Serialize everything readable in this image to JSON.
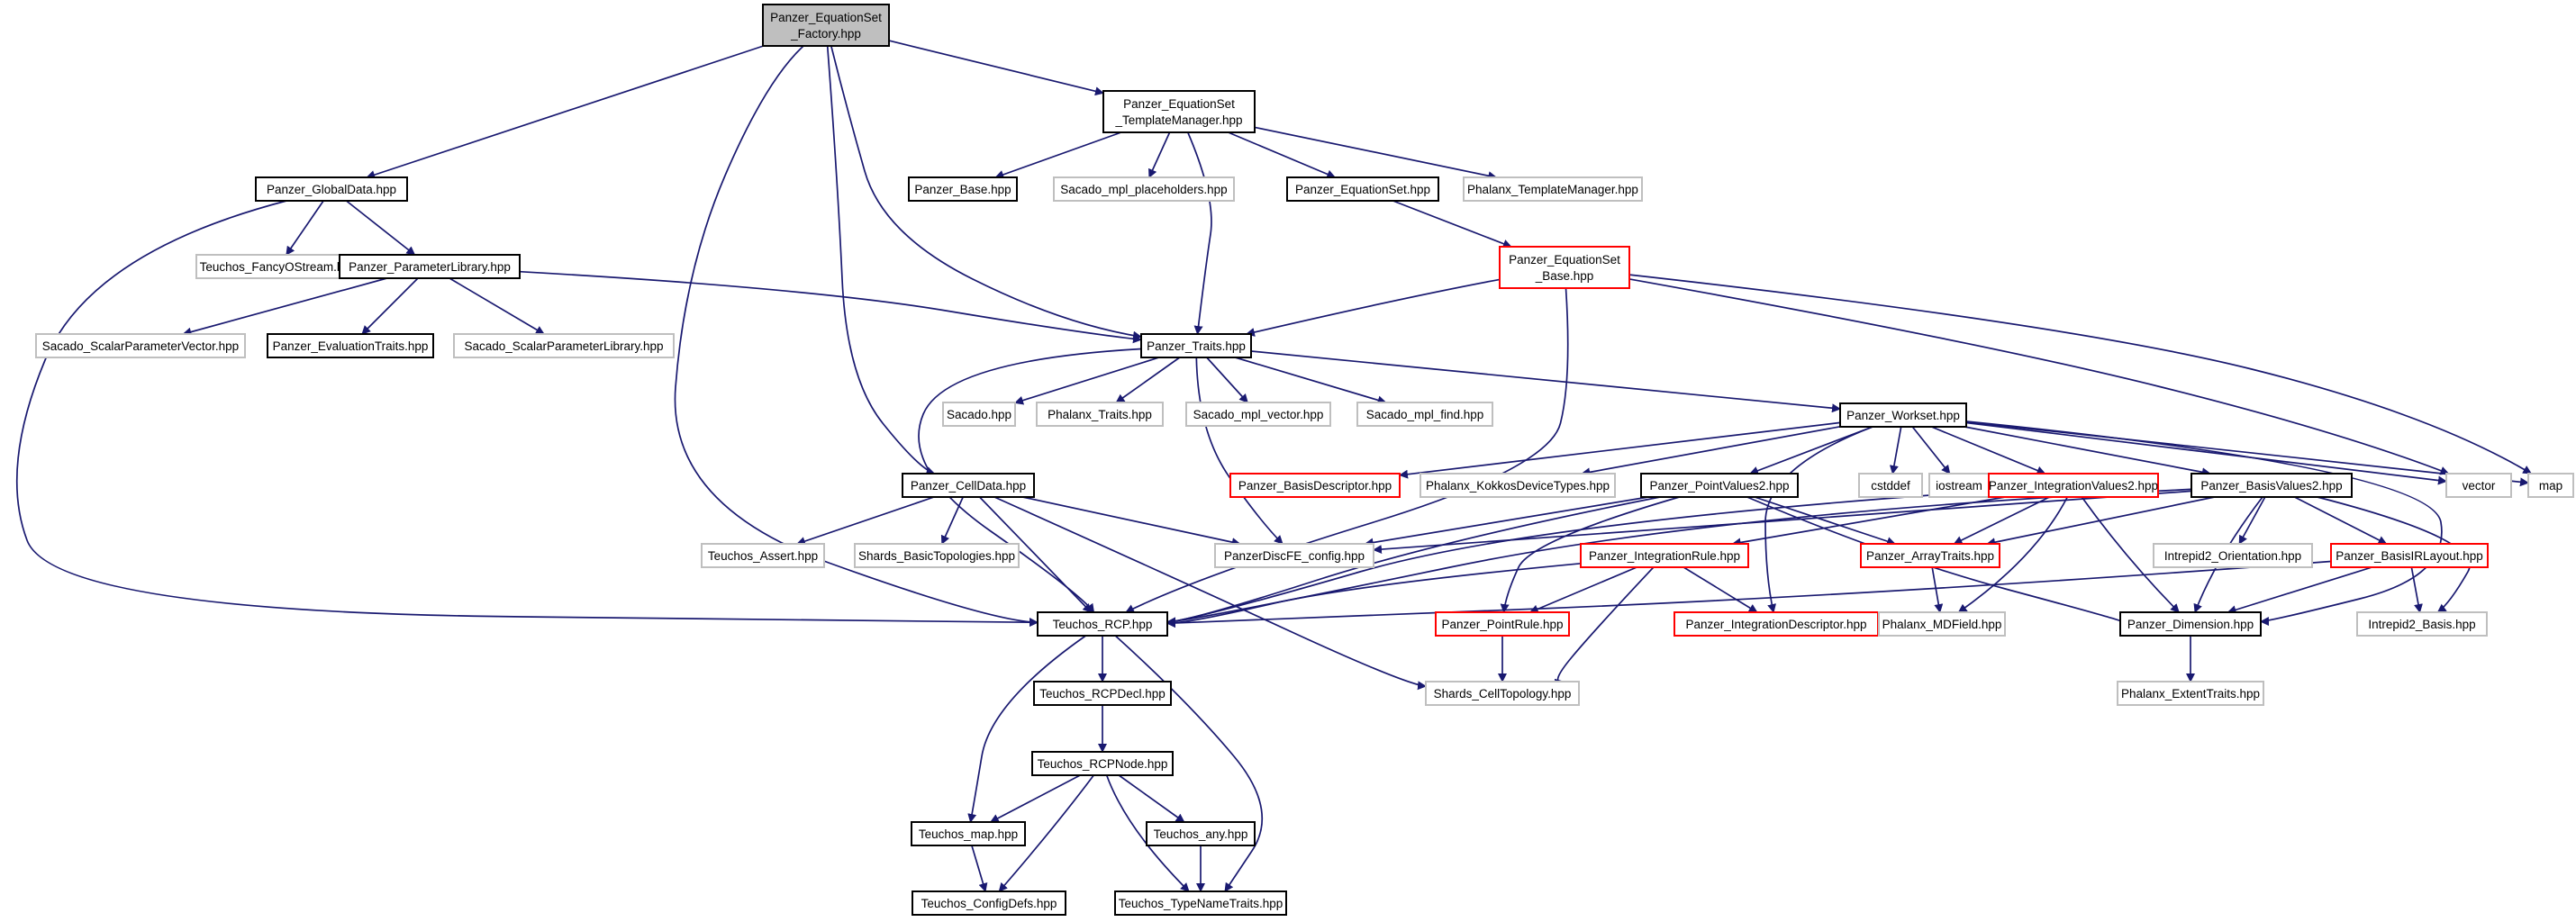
{
  "colors": {
    "edge": "#191970",
    "root_fill": "#bfbfbf",
    "documented_border": "#000000",
    "red_border": "#ff0000",
    "external_border": "#bfbfbf",
    "external_text": "#000000"
  },
  "nodes": [
    {
      "id": "factory",
      "lines": [
        "Panzer_EquationSet",
        "_Factory.hpp"
      ],
      "kind": "root"
    },
    {
      "id": "tmplmgr",
      "lines": [
        "Panzer_EquationSet",
        "_TemplateManager.hpp"
      ],
      "kind": "black"
    },
    {
      "id": "globaldata",
      "lines": [
        "Panzer_GlobalData.hpp"
      ],
      "kind": "black"
    },
    {
      "id": "base",
      "lines": [
        "Panzer_Base.hpp"
      ],
      "kind": "black"
    },
    {
      "id": "mplph",
      "lines": [
        "Sacado_mpl_placeholders.hpp"
      ],
      "kind": "gray"
    },
    {
      "id": "eqset",
      "lines": [
        "Panzer_EquationSet.hpp"
      ],
      "kind": "black"
    },
    {
      "id": "phxtm",
      "lines": [
        "Phalanx_TemplateManager.hpp"
      ],
      "kind": "gray"
    },
    {
      "id": "fancy",
      "lines": [
        "Teuchos_FancyOStream.hpp"
      ],
      "kind": "gray"
    },
    {
      "id": "paramlib",
      "lines": [
        "Panzer_ParameterLibrary.hpp"
      ],
      "kind": "black"
    },
    {
      "id": "eqsetbase",
      "lines": [
        "Panzer_EquationSet",
        "_Base.hpp"
      ],
      "kind": "red"
    },
    {
      "id": "scalarvec",
      "lines": [
        "Sacado_ScalarParameterVector.hpp"
      ],
      "kind": "gray"
    },
    {
      "id": "evaltraits",
      "lines": [
        "Panzer_EvaluationTraits.hpp"
      ],
      "kind": "black"
    },
    {
      "id": "scalarlib",
      "lines": [
        "Sacado_ScalarParameterLibrary.hpp"
      ],
      "kind": "gray"
    },
    {
      "id": "traits",
      "lines": [
        "Panzer_Traits.hpp"
      ],
      "kind": "black"
    },
    {
      "id": "sacado",
      "lines": [
        "Sacado.hpp"
      ],
      "kind": "gray"
    },
    {
      "id": "phxtraits",
      "lines": [
        "Phalanx_Traits.hpp"
      ],
      "kind": "gray"
    },
    {
      "id": "mplvector",
      "lines": [
        "Sacado_mpl_vector.hpp"
      ],
      "kind": "gray"
    },
    {
      "id": "mplfind",
      "lines": [
        "Sacado_mpl_find.hpp"
      ],
      "kind": "gray"
    },
    {
      "id": "workset",
      "lines": [
        "Panzer_Workset.hpp"
      ],
      "kind": "black"
    },
    {
      "id": "celldata",
      "lines": [
        "Panzer_CellData.hpp"
      ],
      "kind": "black"
    },
    {
      "id": "basisdesc",
      "lines": [
        "Panzer_BasisDescriptor.hpp"
      ],
      "kind": "red"
    },
    {
      "id": "kokkos",
      "lines": [
        "Phalanx_KokkosDeviceTypes.hpp"
      ],
      "kind": "gray"
    },
    {
      "id": "pointvalues",
      "lines": [
        "Panzer_PointValues2.hpp"
      ],
      "kind": "black"
    },
    {
      "id": "cstddef",
      "lines": [
        "cstddef"
      ],
      "kind": "gray"
    },
    {
      "id": "iostream",
      "lines": [
        "iostream"
      ],
      "kind": "gray"
    },
    {
      "id": "intvalues",
      "lines": [
        "Panzer_IntegrationValues2.hpp"
      ],
      "kind": "red"
    },
    {
      "id": "basisvalues",
      "lines": [
        "Panzer_BasisValues2.hpp"
      ],
      "kind": "black"
    },
    {
      "id": "vector",
      "lines": [
        "vector"
      ],
      "kind": "gray"
    },
    {
      "id": "map",
      "lines": [
        "map"
      ],
      "kind": "gray"
    },
    {
      "id": "assert",
      "lines": [
        "Teuchos_Assert.hpp"
      ],
      "kind": "gray"
    },
    {
      "id": "shardsbasic",
      "lines": [
        "Shards_BasicTopologies.hpp"
      ],
      "kind": "gray"
    },
    {
      "id": "discfe",
      "lines": [
        "PanzerDiscFE_config.hpp"
      ],
      "kind": "gray"
    },
    {
      "id": "intrule",
      "lines": [
        "Panzer_IntegrationRule.hpp"
      ],
      "kind": "red"
    },
    {
      "id": "arraytraits",
      "lines": [
        "Panzer_ArrayTraits.hpp"
      ],
      "kind": "red"
    },
    {
      "id": "orientation",
      "lines": [
        "Intrepid2_Orientation.hpp"
      ],
      "kind": "gray"
    },
    {
      "id": "basislayout",
      "lines": [
        "Panzer_BasisIRLayout.hpp"
      ],
      "kind": "red"
    },
    {
      "id": "rcp",
      "lines": [
        "Teuchos_RCP.hpp"
      ],
      "kind": "black"
    },
    {
      "id": "pointrule",
      "lines": [
        "Panzer_PointRule.hpp"
      ],
      "kind": "red"
    },
    {
      "id": "intdesc",
      "lines": [
        "Panzer_IntegrationDescriptor.hpp"
      ],
      "kind": "red"
    },
    {
      "id": "mdfield",
      "lines": [
        "Phalanx_MDField.hpp"
      ],
      "kind": "gray"
    },
    {
      "id": "dimension",
      "lines": [
        "Panzer_Dimension.hpp"
      ],
      "kind": "black"
    },
    {
      "id": "intrepidbasis",
      "lines": [
        "Intrepid2_Basis.hpp"
      ],
      "kind": "gray"
    },
    {
      "id": "rcpdecl",
      "lines": [
        "Teuchos_RCPDecl.hpp"
      ],
      "kind": "black"
    },
    {
      "id": "celltopo",
      "lines": [
        "Shards_CellTopology.hpp"
      ],
      "kind": "gray"
    },
    {
      "id": "extent",
      "lines": [
        "Phalanx_ExtentTraits.hpp"
      ],
      "kind": "gray"
    },
    {
      "id": "rcpnode",
      "lines": [
        "Teuchos_RCPNode.hpp"
      ],
      "kind": "black"
    },
    {
      "id": "tmap",
      "lines": [
        "Teuchos_map.hpp"
      ],
      "kind": "black"
    },
    {
      "id": "tany",
      "lines": [
        "Teuchos_any.hpp"
      ],
      "kind": "black"
    },
    {
      "id": "configdefs",
      "lines": [
        "Teuchos_ConfigDefs.hpp"
      ],
      "kind": "black"
    },
    {
      "id": "typename",
      "lines": [
        "Teuchos_TypeNameTraits.hpp"
      ],
      "kind": "black"
    }
  ]
}
